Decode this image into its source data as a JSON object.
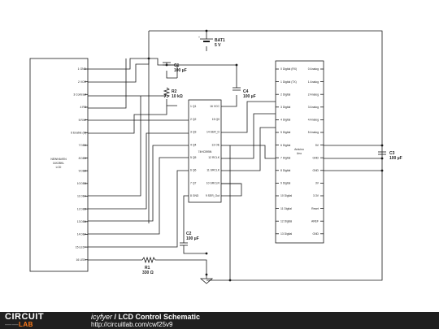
{
  "lcd": {
    "label_lines": [
      "NEWHAVEN",
      "16X2BKL",
      "LCD"
    ],
    "pins": [
      "1 GND",
      "2 VCC",
      "3 Contrast",
      "4 RS",
      "5 R/W",
      "6 Enable (E)",
      "7 DB0",
      "8 DB1",
      "9 DB2",
      "10 DB3",
      "11 DB4",
      "12 DB5",
      "13 DB6",
      "14 DB7",
      "15 LED+",
      "16 LED-"
    ]
  },
  "shift_register": {
    "name": "74HC595N",
    "left_pins": [
      "1 Q1",
      "2 Q2",
      "3 Q3",
      "4 Q4",
      "5 Q5",
      "6 Q6",
      "7 Q7",
      "8 GND"
    ],
    "right_pins": [
      "16 VCC",
      "15 Q0",
      "14 SER_D",
      "13 OE",
      "12 RCLK",
      "11 SRCLK",
      "10 SRCLR",
      "9 SER_Out"
    ]
  },
  "arduino": {
    "name_lines": [
      "Arduino",
      "Uno"
    ],
    "left_pins": [
      "0 Digital (RX)",
      "1 Digital (TX)",
      "2 Digital",
      "3 Digital",
      "4 Digital",
      "5 Digital",
      "6 Digital",
      "7 Digital",
      "8 Digital",
      "9 Digital",
      "10 Digital",
      "11 Digital",
      "12 Digital",
      "13 Digital"
    ],
    "right_pins": [
      "0 Analog",
      "1 Analog",
      "2 Analog",
      "3 Analog",
      "4 Analog",
      "5 Analog",
      "5V",
      "GND",
      "GND",
      "3V",
      "3.3V",
      "Reset",
      "AREF",
      "GND"
    ]
  },
  "components": {
    "bat1_name": "BAT1",
    "bat1_value": "5 V",
    "c1_name": "C1",
    "c1_value": "100 µF",
    "r2_name": "R2",
    "r2_value": "10 kΩ",
    "c4_name": "C4",
    "c4_value": "100 µF",
    "c3_name": "C3",
    "c3_value": "100 µF",
    "c2_name": "C2",
    "c2_value": "100 µF",
    "r1_name": "R1",
    "r1_value": "330 Ω"
  },
  "footer": {
    "logo_top": "CIRCUIT",
    "logo_bottom": "LAB",
    "author": "icyfyer",
    "separator": " / ",
    "title": "LCD Control Schematic",
    "url": "http://circuitlab.com/cwf25v9"
  }
}
